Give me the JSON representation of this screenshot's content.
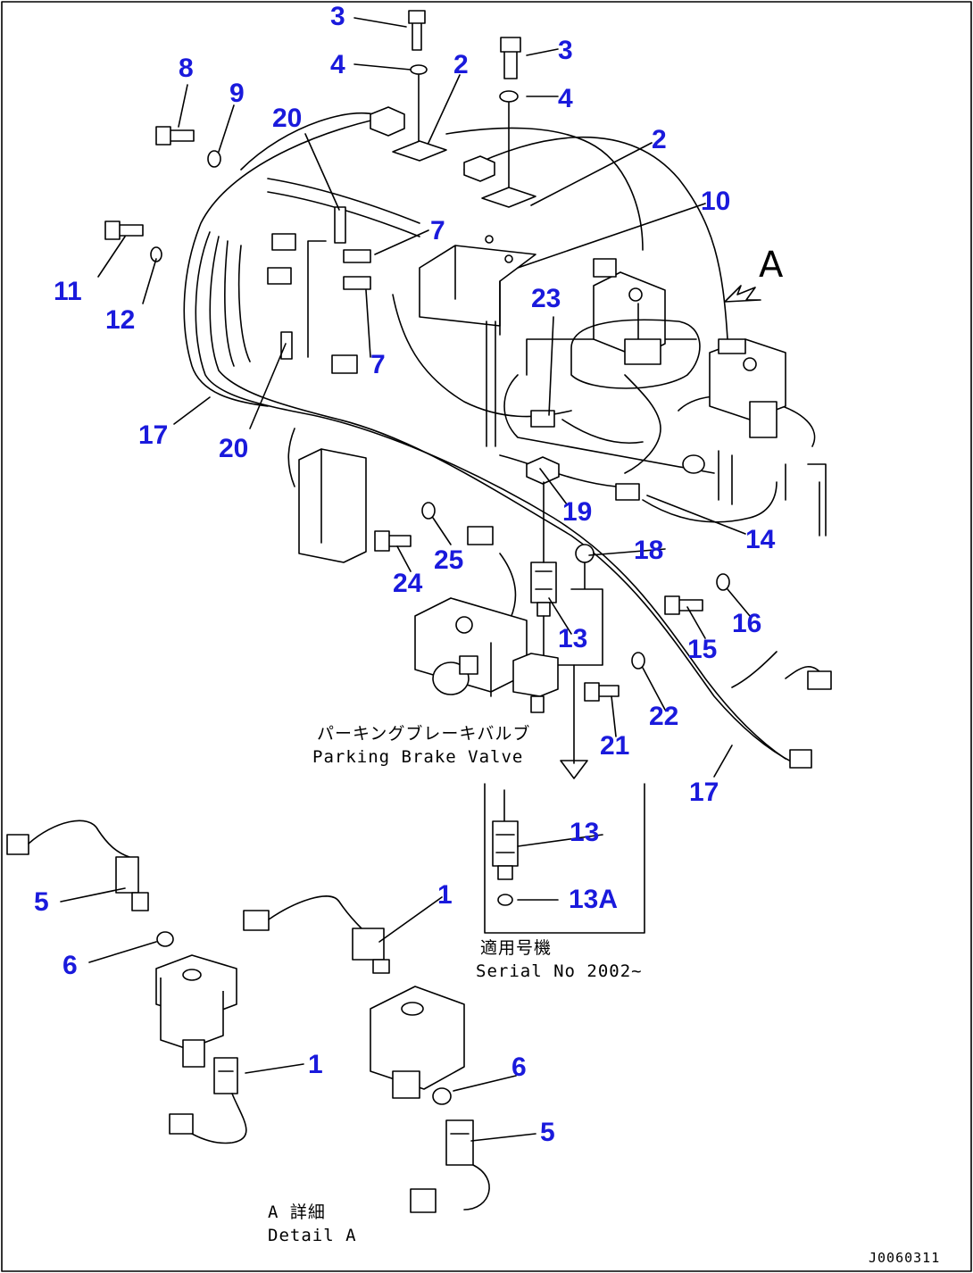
{
  "callouts": {
    "c1a": "1",
    "c1b": "1",
    "c2a": "2",
    "c2b": "2",
    "c3a": "3",
    "c3b": "3",
    "c4a": "4",
    "c4b": "4",
    "c5a": "5",
    "c5b": "5",
    "c6a": "6",
    "c6b": "6",
    "c7a": "7",
    "c7b": "7",
    "c8": "8",
    "c9": "9",
    "c10": "10",
    "c11": "11",
    "c12": "12",
    "c13a": "13",
    "c13b": "13",
    "c13A": "13A",
    "c14": "14",
    "c15": "15",
    "c16": "16",
    "c17a": "17",
    "c17b": "17",
    "c18": "18",
    "c19": "19",
    "c20a": "20",
    "c20b": "20",
    "c21": "21",
    "c22": "22",
    "c23": "23",
    "c24": "24",
    "c25": "25"
  },
  "view_marker": "A",
  "captions": {
    "parking_valve_jp": "パーキングブレーキバルブ",
    "parking_valve_en": "Parking Brake Valve",
    "serial_jp": "適用号機",
    "serial_en": "Serial No 2002~",
    "detail_jp": "A 詳細",
    "detail_en": "Detail A"
  },
  "drawing_code": "J0060311",
  "colors": {
    "callout": "#1a1adc",
    "line": "#000000"
  }
}
